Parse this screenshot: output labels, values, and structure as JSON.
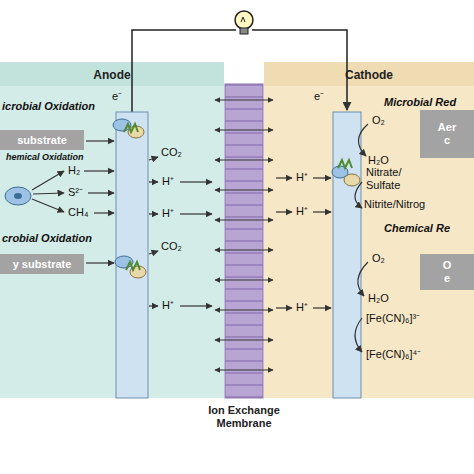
{
  "diagram": {
    "nodes": [
      {
        "text": [
          "Anode"
        ]
      },
      {
        "text": [
          "substrate"
        ],
        "in": 0
      },
      {
        "text": [
          "y substrate"
        ],
        "in": 0
      },
      {
        "text": [
          "Cathode"
        ]
      },
      {
        "text": [
          "Aer c"
        ],
        "in": 3
      },
      {
        "text": [
          "O e"
        ],
        "in": 3
      },
      {
        "text": [
          "Ion Exchange Membrane"
        ]
      }
    ],
    "labels": [
      "e⁻",
      "e⁻",
      "icrobial Oxidation",
      "hemical Oxidation",
      "H₂",
      "S²⁻",
      "CH₄",
      "crobial Oxidation",
      "CO₂",
      "H⁺",
      "H⁺",
      "CO₂",
      "H⁺",
      "H⁺",
      "H⁺",
      "H⁺",
      "Microbial Red",
      "O₂",
      "H₂O",
      "Nitrate/ Sulfate",
      "Nitrite/Nitrog",
      "Chemical Re",
      "O₂",
      "H₂O",
      "[Fe(CN)₆]³⁻",
      "[Fe(CN)₆]⁴⁻"
    ]
  }
}
